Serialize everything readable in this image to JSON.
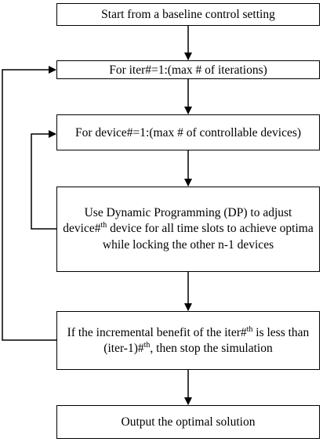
{
  "flowchart": {
    "steps": [
      {
        "id": "start",
        "text": "Start from a baseline control setting"
      },
      {
        "id": "iter-loop",
        "text": "For iter#=1:(max # of iterations)"
      },
      {
        "id": "device-loop",
        "text": "For device#=1:(max # of controllable devices)"
      },
      {
        "id": "dp-step",
        "text": "Use Dynamic Programming (DP) to adjust device#th device for all time slots to achieve optima while locking the other n-1 devices"
      },
      {
        "id": "stop-check",
        "text": "If the incremental benefit of the iter#th is less than (iter-1)#th, then stop the simulation"
      },
      {
        "id": "output",
        "text": "Output the optimal solution"
      }
    ],
    "colors": {
      "stroke": "#000000",
      "fill": "#ffffff",
      "text": "#000000"
    }
  }
}
